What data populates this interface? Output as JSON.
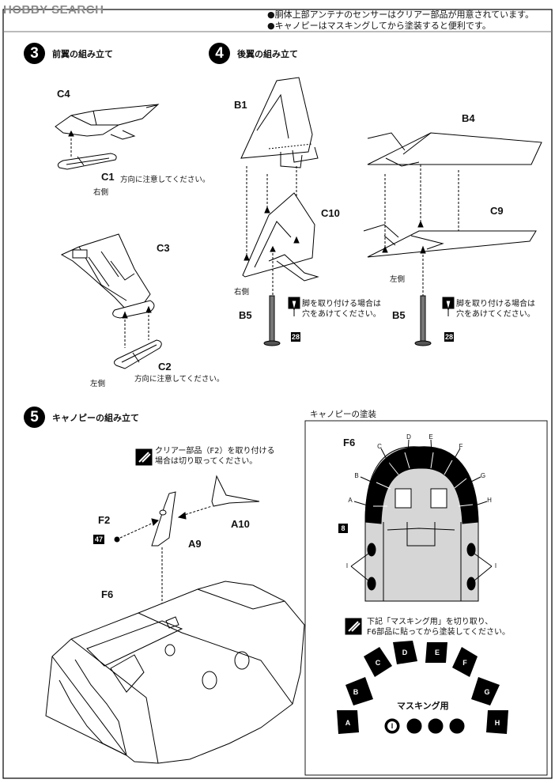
{
  "watermark": "HOBBY SEARCH",
  "top_notes": [
    "●胴体上部アンテナのセンサーはクリアー部品が用意されています。",
    "●キャノピーはマスキングしてから塗装すると便利です。"
  ],
  "step3": {
    "number": "3",
    "title": "前翼の組み立て",
    "parts": {
      "c4": "C4",
      "c1": "C1",
      "c3": "C3",
      "c2": "C2"
    },
    "note_direction": "方向に注意してください。",
    "right_side": "右側",
    "left_side": "左側"
  },
  "step4": {
    "number": "4",
    "title": "後翼の組み立て",
    "parts": {
      "b1": "B1",
      "c10": "C10",
      "b4": "B4",
      "c9": "C9",
      "b5": "B5"
    },
    "right_side": "右側",
    "left_side": "左側",
    "hole_note": [
      "脚を取り付ける場合は",
      "穴をあけてください。"
    ],
    "paint_ref": "28"
  },
  "step5": {
    "number": "5",
    "title": "キャノピーの組み立て",
    "parts": {
      "f2": "F2",
      "a9": "A9",
      "a10": "A10",
      "f6": "F6"
    },
    "clear_note": [
      "クリアー部品（F2）を取り付ける",
      "場合は切り取ってください。"
    ],
    "paint_ref": "47"
  },
  "canopy_paint": {
    "title": "キャノピーの塗装",
    "part": "F6",
    "paint_ref": "8",
    "segment_labels": [
      "A",
      "B",
      "C",
      "D",
      "E",
      "F",
      "G",
      "H"
    ],
    "window_label": "I",
    "mask_note": [
      "下記「マスキング用」を切り取り、",
      "F6部品に貼ってから塗装してください。"
    ],
    "mask_title": "マスキング用",
    "mask_pieces": [
      "A",
      "B",
      "C",
      "D",
      "E",
      "F",
      "G",
      "H"
    ],
    "mask_circle": "I"
  }
}
